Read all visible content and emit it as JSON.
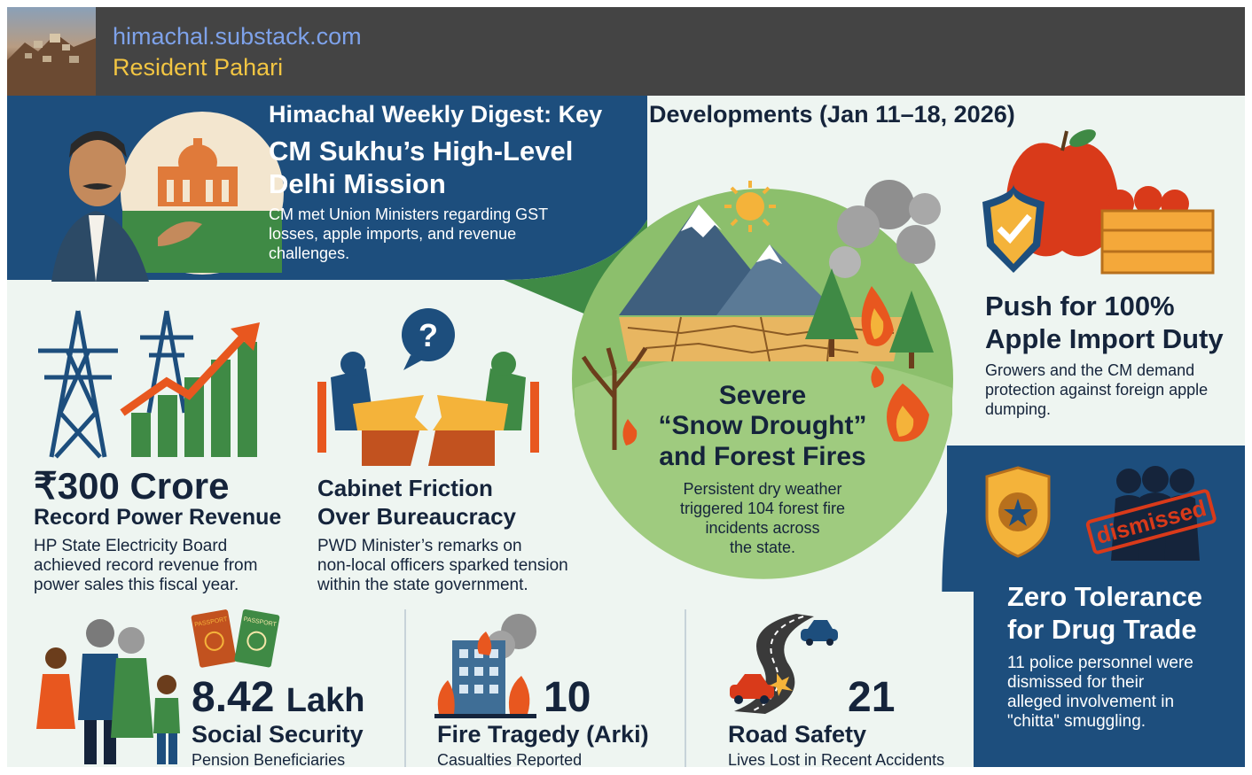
{
  "header": {
    "site_url": "himachal.substack.com",
    "author": "Resident Pahari"
  },
  "digest": {
    "title_part1": "Himachal Weekly Digest: Key",
    "title_part2": "Developments (Jan 11–18, 2026)"
  },
  "cm_mission": {
    "title_line1": "CM Sukhu’s High-Level",
    "title_line2": "Delhi Mission",
    "body_line1": "CM met Union Ministers regarding GST",
    "body_line2": "losses, apple imports, and revenue",
    "body_line3": "challenges."
  },
  "apple_duty": {
    "title_line1": "Push for 100%",
    "title_line2": "Apple Import Duty",
    "body_line1": "Growers and the CM demand",
    "body_line2": "protection against foreign apple",
    "body_line3": "dumping."
  },
  "power_revenue": {
    "amount": "₹300 Crore",
    "title": "Record Power Revenue",
    "body_line1": "HP State Electricity Board",
    "body_line2": "achieved record revenue from",
    "body_line3": "power sales this fiscal year."
  },
  "cabinet": {
    "question_mark": "?",
    "title_line1": "Cabinet Friction",
    "title_line2": "Over Bureaucracy",
    "body_line1": "PWD Minister’s remarks on",
    "body_line2": "non-local officers sparked tension",
    "body_line3": "within the state government."
  },
  "drought": {
    "title_line1": "Severe",
    "title_line2": "“Snow Drought”",
    "title_line3": "and Forest Fires",
    "body_line1": "Persistent dry weather",
    "body_line2": "triggered 104 forest fire",
    "body_line3": "incidents across",
    "body_line4": "the state."
  },
  "drug_trade": {
    "stamp": "dismissed",
    "title_line1": "Zero Tolerance",
    "title_line2": "for Drug Trade",
    "body_line1": "11 police personnel were",
    "body_line2": "dismissed for their",
    "body_line3": "alleged involvement in",
    "body_line4": "\"chitta\" smuggling."
  },
  "social_security": {
    "passport_label": "PASSPORT",
    "number": "8.42",
    "unit": "Lakh",
    "title": "Social Security",
    "subtitle": "Pension Beneficiaries"
  },
  "fire_tragedy": {
    "number": "10",
    "title": "Fire Tragedy (Arki)",
    "subtitle": "Casualties Reported"
  },
  "road_safety": {
    "number": "21",
    "title": "Road Safety",
    "subtitle": "Lives Lost in Recent Accidents"
  },
  "icons": [
    "cm-portrait-icon",
    "parliament-icon",
    "sun-icon",
    "mountains-icon",
    "smoke-icon",
    "forest-fire-icon",
    "shield-check-icon",
    "apple-icon",
    "apple-crate-icon",
    "power-tower-icon",
    "growth-chart-icon",
    "question-bubble-icon",
    "broken-table-icon",
    "police-badge-icon",
    "people-silhouette-icon",
    "family-icon",
    "passport-icon",
    "burning-building-icon",
    "winding-road-icon",
    "car-icon",
    "crashed-car-icon"
  ],
  "colors": {
    "navy": "#1d4e7d",
    "dark_text": "#15243b",
    "green_circle": "#8cbf6c",
    "fire_orange": "#e8571f",
    "apple_red": "#d93a1a",
    "header_bg": "#444444",
    "url_blue": "#7ea2ea",
    "author_yellow": "#f2c542",
    "background": "#eef5f1"
  }
}
